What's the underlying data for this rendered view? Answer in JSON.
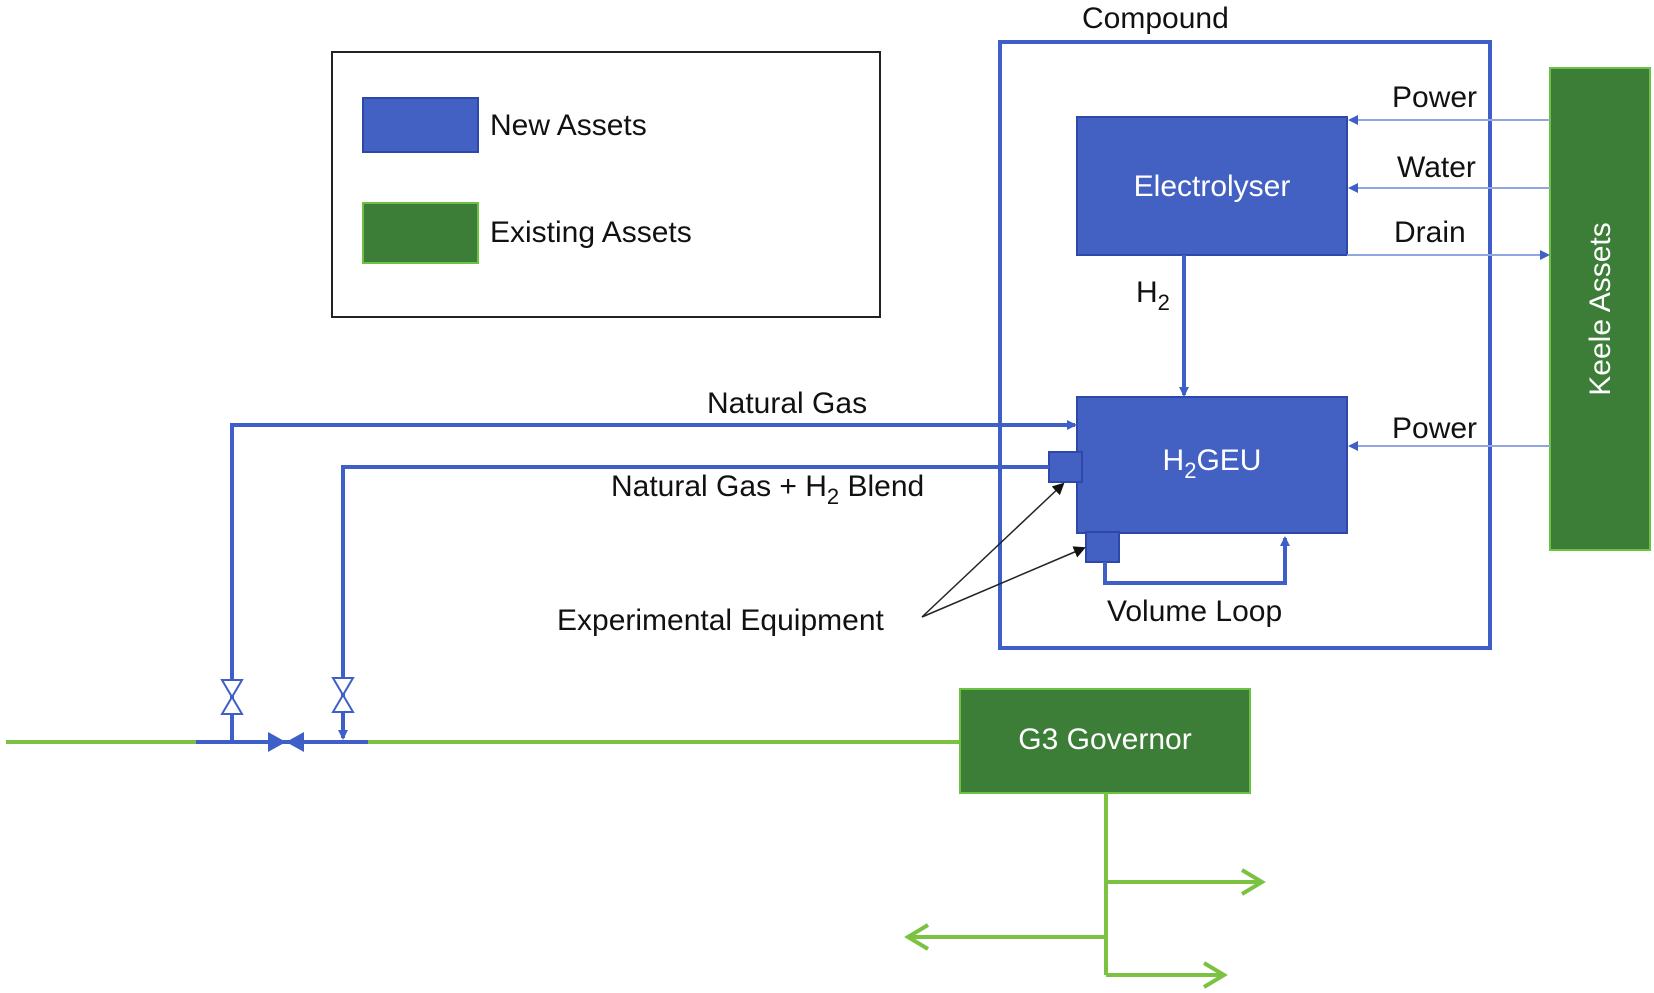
{
  "colors": {
    "new_asset": "#4361c2",
    "new_asset_border": "#2f47a8",
    "existing_asset": "#3c7d37",
    "existing_asset_border": "#6cc142",
    "green_line": "#7cc242",
    "blue_line": "#3f5fc8",
    "thin_line": "#8fa6e0"
  },
  "legend": {
    "new_assets_label": "New Assets",
    "existing_assets_label": "Existing Assets"
  },
  "compound": {
    "label": "Compound"
  },
  "electrolyser": {
    "label": "Electrolyser"
  },
  "h2geu": {
    "label_prefix": "H",
    "label_sub": "2",
    "label_suffix": "GEU"
  },
  "keele_assets": {
    "label": "Keele Assets"
  },
  "g3_governor": {
    "label": "G3 Governor"
  },
  "flows": {
    "power_top": "Power",
    "water": "Water",
    "drain": "Drain",
    "power_bottom": "Power",
    "h2_prefix": "H",
    "h2_sub": "2",
    "natural_gas": "Natural Gas",
    "blend_prefix": "Natural Gas + H",
    "blend_sub": "2",
    "blend_suffix": " Blend",
    "experimental": "Experimental Equipment",
    "volume_loop": "Volume Loop"
  }
}
